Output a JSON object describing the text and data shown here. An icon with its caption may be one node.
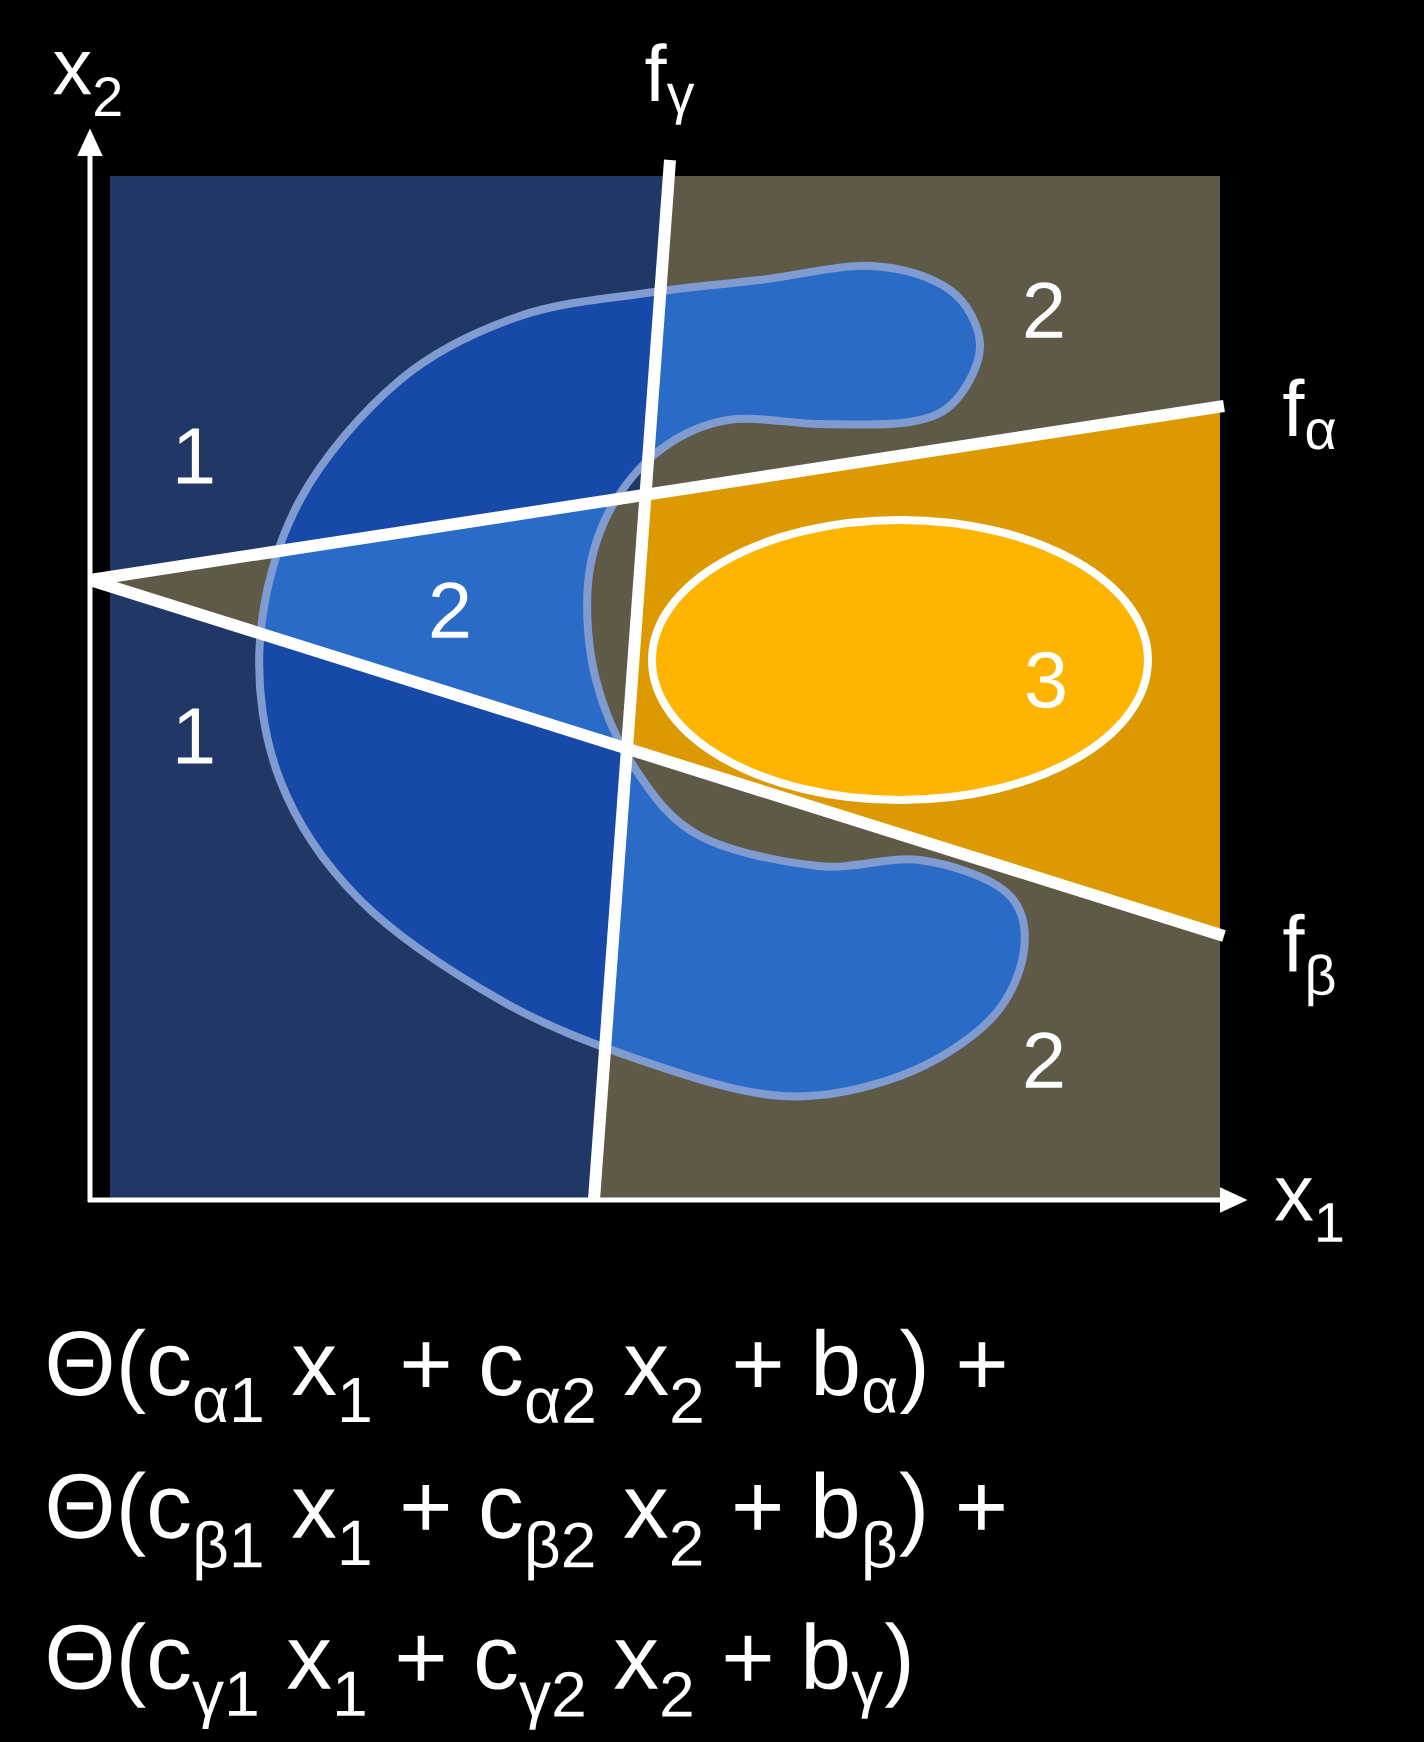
{
  "diagram": {
    "labels": [
      "x$_{2}$",
      "f$_{γ}$",
      "2",
      "f$_{α}$",
      "1",
      "2",
      "3",
      "1",
      "f$_{β}$",
      "2",
      "x$_{1}$",
      "Θ(c$_{α1}$ x$_{1}$ + c$_{α2}$ x$_{2}$ + b$_{α}$) +",
      "Θ(c$_{β1}$ x$_{1}$ + c$_{β2}$ x$_{2}$ + b$_{β}$) +",
      "Θ(c$_{γ1}$ x$_{1}$ + c$_{γ2}$ x$_{2}$ + b$_{γ}$)"
    ]
  }
}
